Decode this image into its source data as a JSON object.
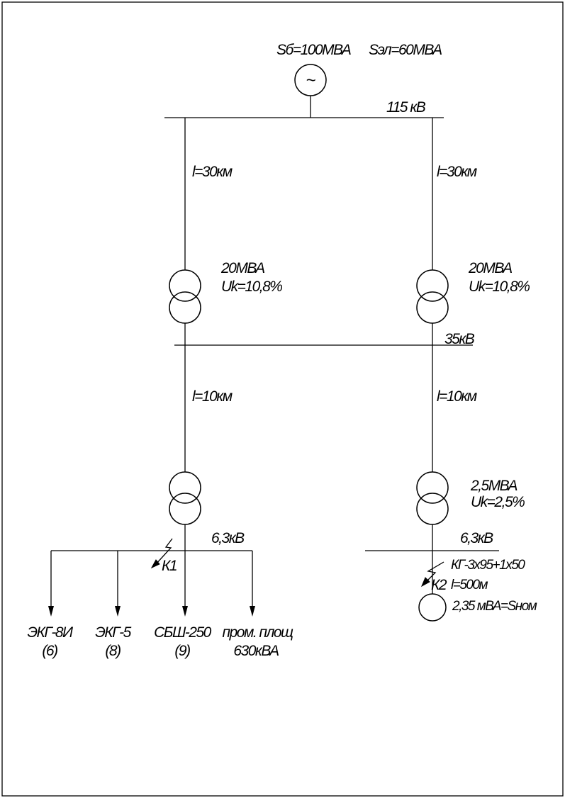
{
  "source": {
    "s_base": "Sб=100МВА",
    "s_system": "Sэл=60МВА",
    "symbol": "~"
  },
  "bus_115": {
    "label": "115 кВ"
  },
  "line_left_115": {
    "length": "l=30км"
  },
  "line_right_115": {
    "length": "l=30км"
  },
  "transformer_left_1": {
    "rating": "20МВА",
    "uk": "Uk=10,8%"
  },
  "transformer_right_1": {
    "rating": "20МВА",
    "uk": "Uk=10,8%"
  },
  "bus_35": {
    "label": "35кВ"
  },
  "line_left_35": {
    "length": "l=10км"
  },
  "line_right_35": {
    "length": "l=10км"
  },
  "transformer_right_2": {
    "rating": "2,5МВА",
    "uk": "Uk=2,5%"
  },
  "bus_left_6": {
    "label": "6,3кВ"
  },
  "bus_right_6": {
    "label": "6,3кВ"
  },
  "fault_k1": {
    "label": "К1"
  },
  "fault_k2": {
    "label": "К2"
  },
  "cable": {
    "type": "КГ-3х95+1х50",
    "length": "l=500м"
  },
  "motor": {
    "rating": "2,35 мВА=Sном"
  },
  "loads": [
    {
      "name": "ЭКГ-8И",
      "count": "(6)"
    },
    {
      "name": "ЭКГ-5",
      "count": "(8)"
    },
    {
      "name": "СБШ-250",
      "count": "(9)"
    },
    {
      "name": "пром. площ",
      "count": "630кВА"
    }
  ]
}
